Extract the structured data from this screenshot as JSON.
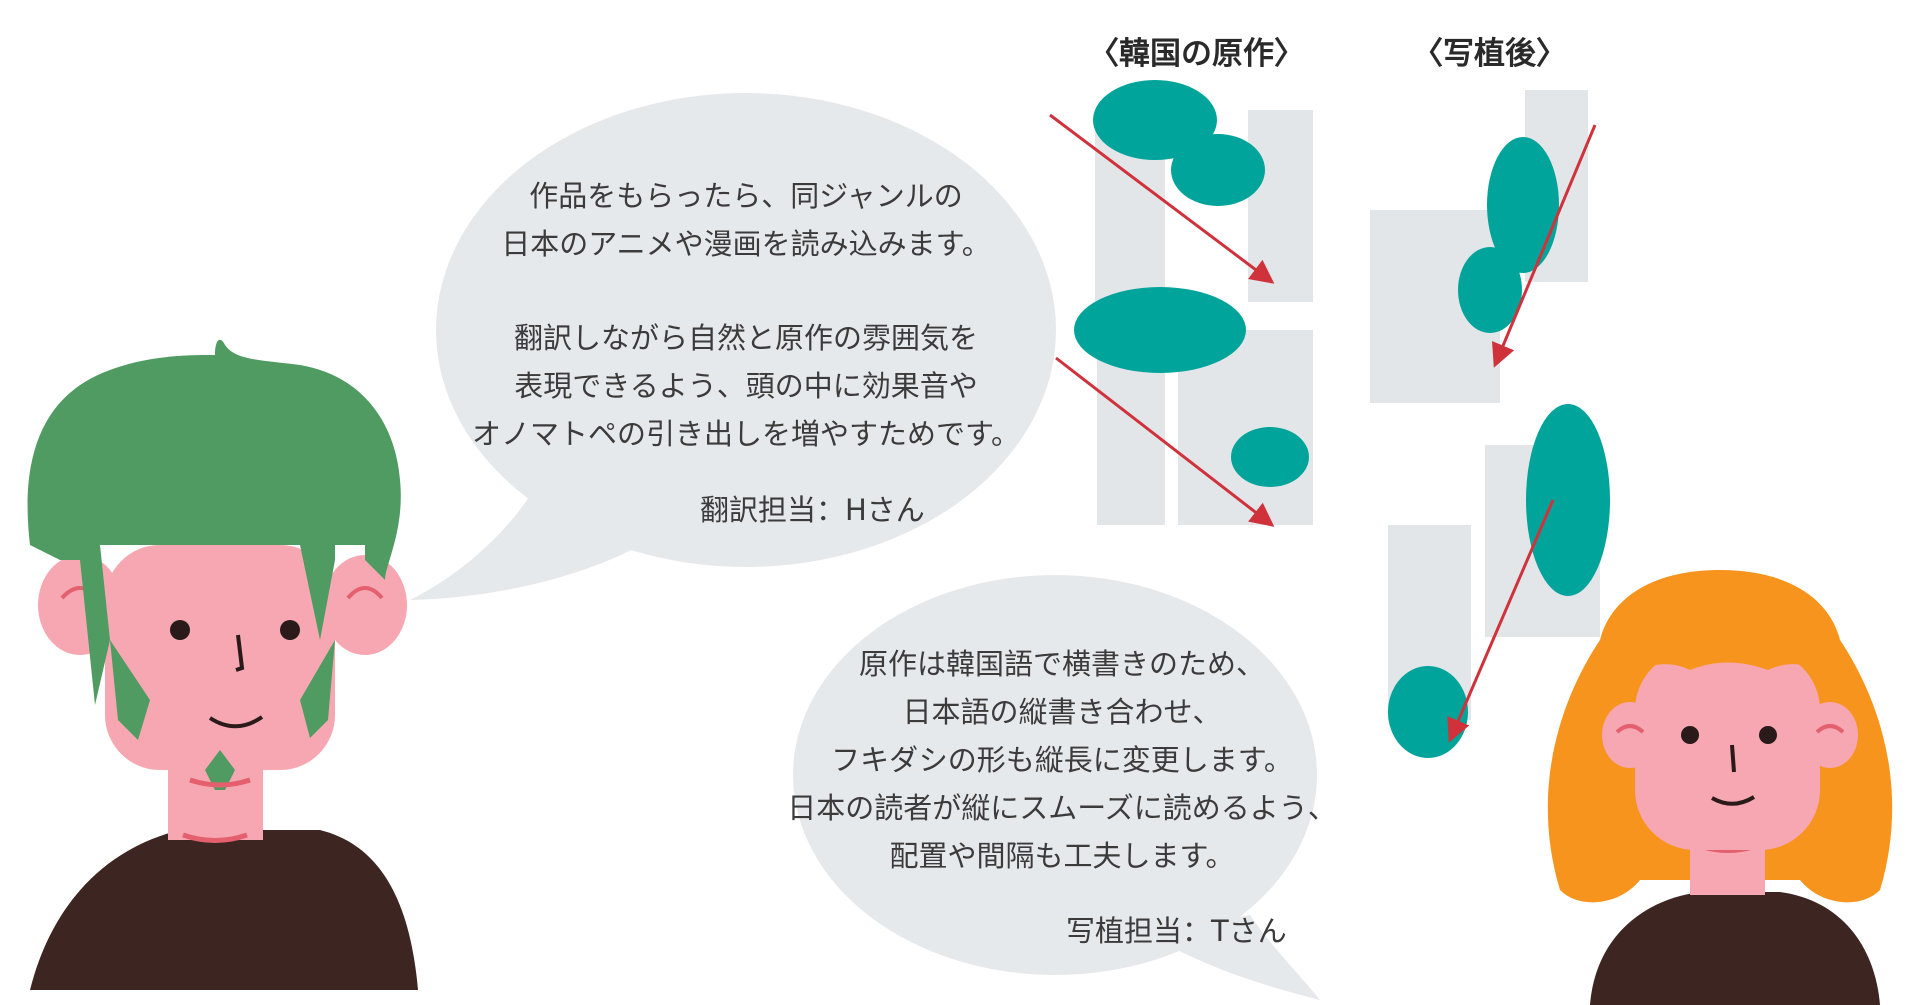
{
  "headings": {
    "original": "〈韓国の原作〉",
    "typeset": "〈写植後〉"
  },
  "translator": {
    "lines": [
      "作品をもらったら、同ジャンルの",
      "日本のアニメや漫画を読み込みます。",
      "",
      "翻訳しながら自然と原作の雰囲気を",
      "表現できるよう、頭の中に効果音や",
      "オノマトペの引き出しを増やすためです。"
    ],
    "signature": "翻訳担当：Hさん"
  },
  "typesetter": {
    "lines": [
      "原作は韓国語で横書きのため、",
      "日本語の縦書き合わせ、",
      "フキダシの形も縦長に変更します。",
      "日本の読者が縦にスムーズに読めるよう、",
      "配置や間隔も工夫します。"
    ],
    "signature": "写植担当：Tさん"
  },
  "colors": {
    "bubble": "#e6e9ec",
    "panel": "#e3e6e9",
    "balloon": "#00a49a",
    "arrow": "#d0323c",
    "skin": "#f6a7b1",
    "green_hair": "#4f9b62",
    "orange_hair": "#f7941d",
    "shirt": "#3d2522"
  }
}
